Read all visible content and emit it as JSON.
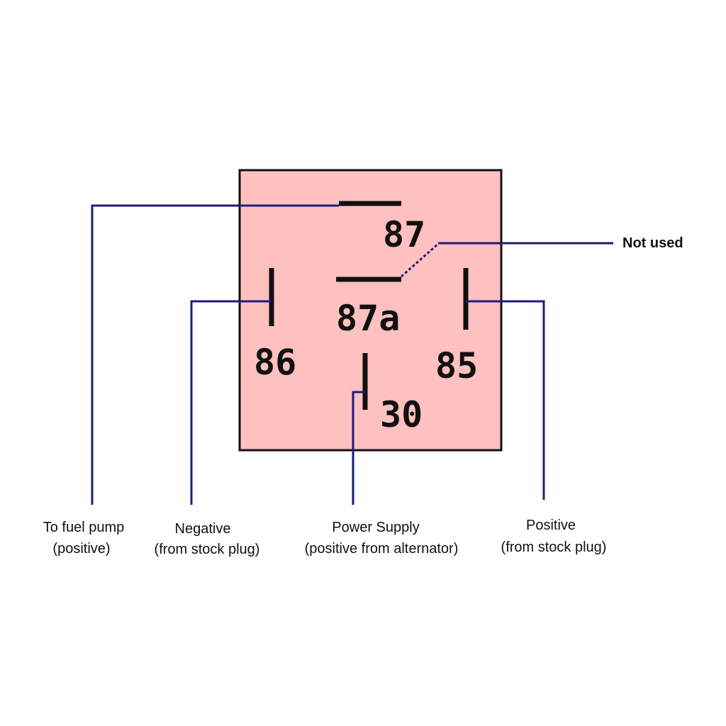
{
  "colors": {
    "relay_body": "#FFC0C0",
    "wire": "#1c1c7a",
    "contact": "#111111"
  },
  "pins": {
    "p87": "87",
    "p87a": "87a",
    "p86": "86",
    "p85": "85",
    "p30": "30"
  },
  "labels": {
    "not_used": "Not used",
    "fuel_pump": {
      "line1": "To fuel pump",
      "line2": "(positive)"
    },
    "negative": {
      "line1": "Negative",
      "line2": "(from stock plug)"
    },
    "power": {
      "line1": "Power Supply",
      "line2": "(positive from alternator)"
    },
    "positive": {
      "line1": "Positive",
      "line2": "(from stock plug)"
    }
  }
}
